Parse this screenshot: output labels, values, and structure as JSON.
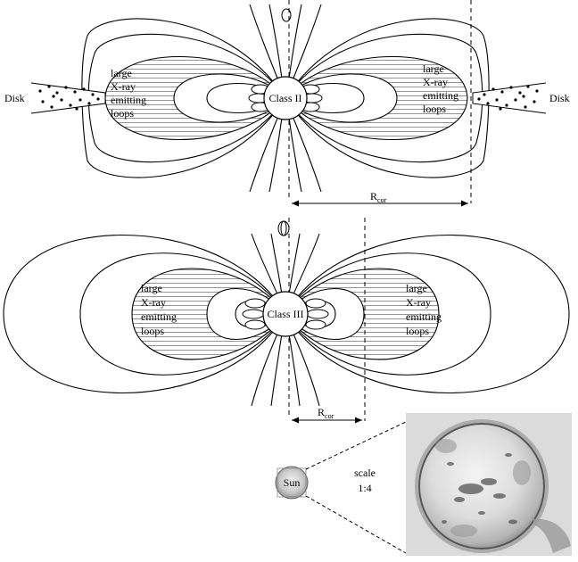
{
  "top_panel": {
    "star_label": "Class II",
    "loops_label_lines": [
      "large",
      "X-ray",
      "emitting",
      "loops"
    ],
    "disk_label": "Disk",
    "rcor_main": "R",
    "rcor_sub": "cor"
  },
  "bottom_panel": {
    "star_label": "Class III",
    "loops_label_lines": [
      "large",
      "X-ray",
      "emitting",
      "loops"
    ],
    "rcor_main": "R",
    "rcor_sub": "cor"
  },
  "sun_inset": {
    "sun_label": "Sun",
    "scale_label": "scale",
    "scale_value": "1:4"
  }
}
